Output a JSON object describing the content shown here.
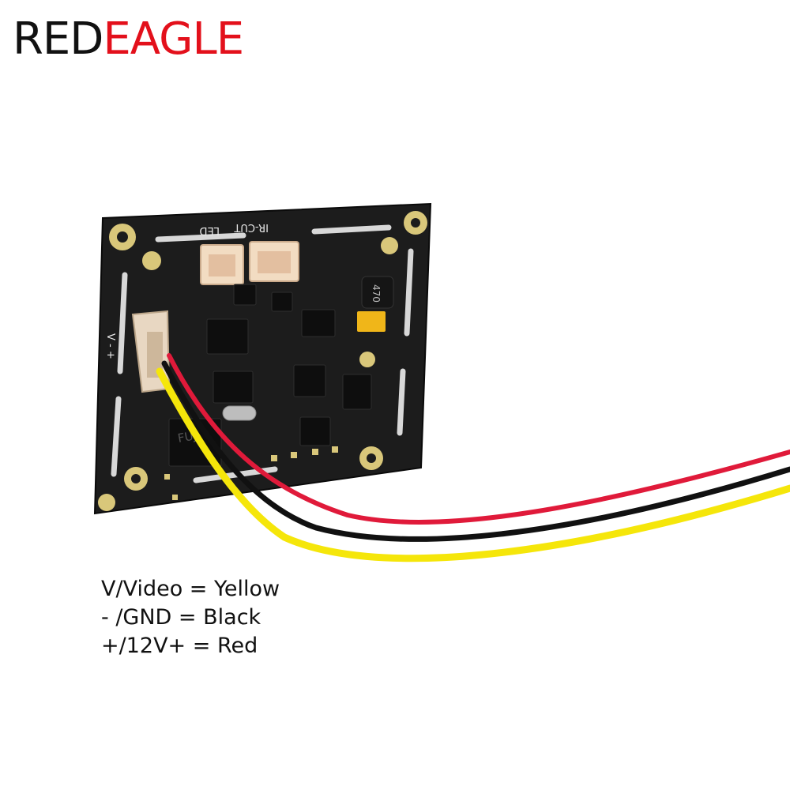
{
  "brand": {
    "part_a": "RED",
    "part_b": "EAGLE"
  },
  "board_labels": {
    "led": "LED",
    "ir_cut": "IR-CUT",
    "power_marks": "V - +",
    "inductor": "470",
    "chip_brand": "FUJ"
  },
  "wiring_legend": [
    "V/Video = Yellow",
    "- /GND = Black",
    "+/12V+ = Red"
  ],
  "colors": {
    "brand_red": "#e3101b",
    "pcb_black": "#1a1a1a",
    "wire_yellow": "#f5e60a",
    "wire_black": "#111111",
    "wire_red": "#e01a3a",
    "gold_pad": "#d9c77a"
  }
}
